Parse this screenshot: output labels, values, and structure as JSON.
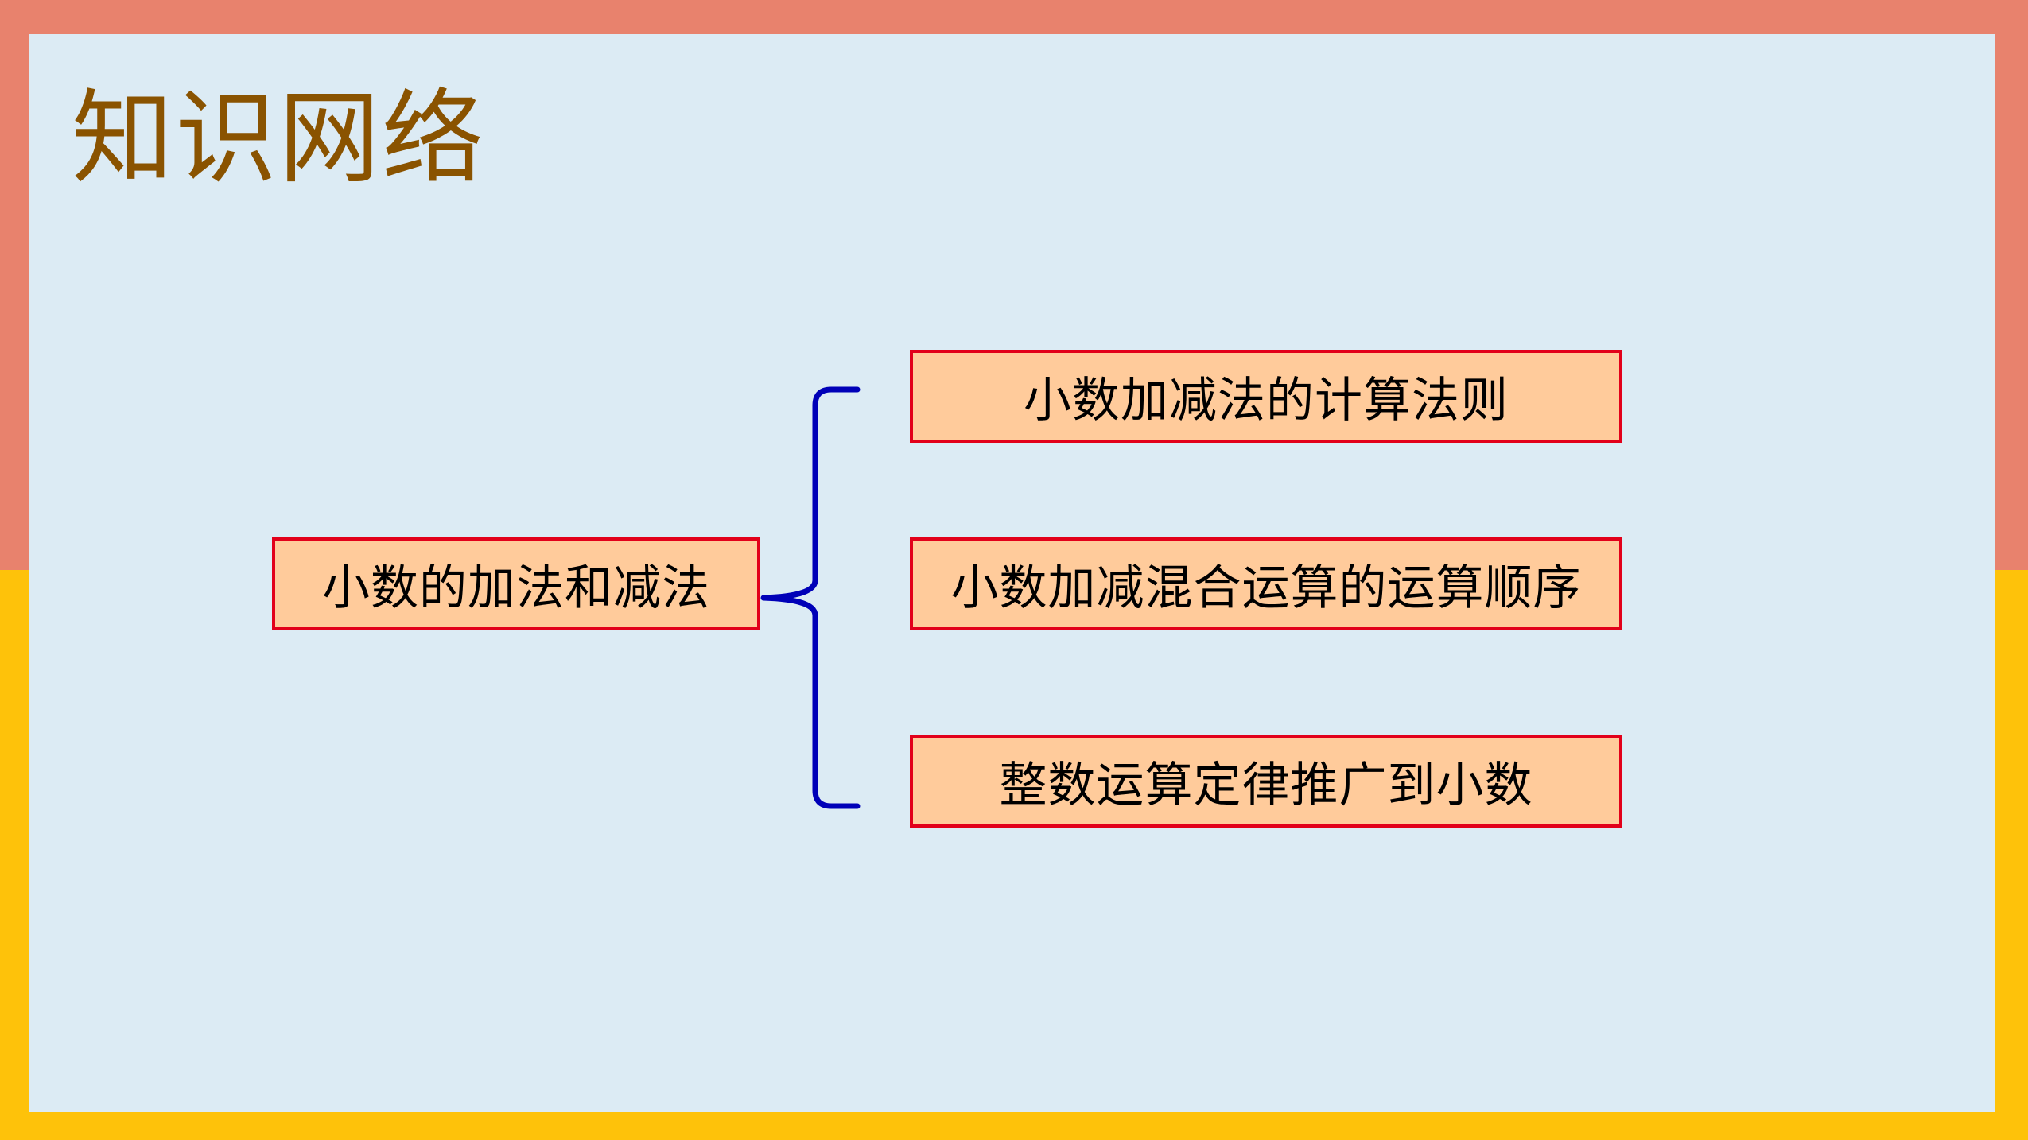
{
  "slide": {
    "title": "知识网络",
    "colors": {
      "frame_top": "#E8826D",
      "frame_bottom": "#FEC20A",
      "panel": "#DCEBF4",
      "title": "#8A5300",
      "box_fill": "#FFCB9B",
      "box_border": "#E2001A",
      "brace": "#0000B8"
    }
  },
  "diagram": {
    "root": "小数的加法和减法",
    "branches": [
      "小数加减法的计算法则",
      "小数加减混合运算的运算顺序",
      "整数运算定律推广到小数"
    ]
  }
}
